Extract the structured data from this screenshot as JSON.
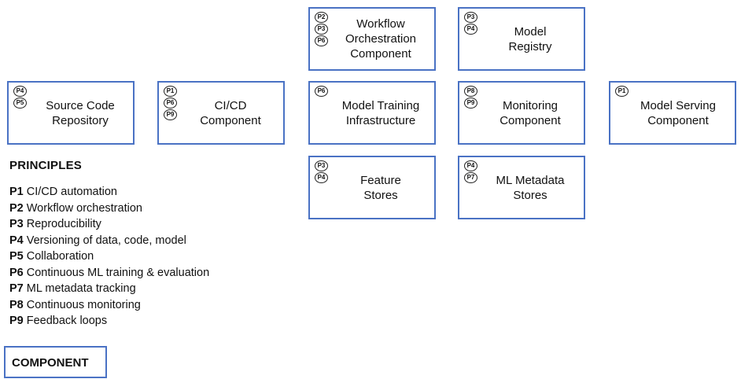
{
  "components": [
    {
      "id": "source-code-repository",
      "lines": [
        "Source Code",
        "Repository"
      ],
      "principles": [
        "P4",
        "P5"
      ]
    },
    {
      "id": "ci-cd-component",
      "lines": [
        "CI/CD",
        "Component"
      ],
      "principles": [
        "P1",
        "P6",
        "P9"
      ]
    },
    {
      "id": "workflow-orchestration-component",
      "lines": [
        "Workflow",
        "Orchestration",
        "Component"
      ],
      "principles": [
        "P2",
        "P3",
        "P6"
      ]
    },
    {
      "id": "model-registry",
      "lines": [
        "Model",
        "Registry"
      ],
      "principles": [
        "P3",
        "P4"
      ]
    },
    {
      "id": "model-training-infrastructure",
      "lines": [
        "Model Training",
        "Infrastructure"
      ],
      "principles": [
        "P6"
      ]
    },
    {
      "id": "monitoring-component",
      "lines": [
        "Monitoring",
        "Component"
      ],
      "principles": [
        "P8",
        "P9"
      ]
    },
    {
      "id": "model-serving-component",
      "lines": [
        "Model Serving",
        "Component"
      ],
      "principles": [
        "P1"
      ]
    },
    {
      "id": "feature-stores",
      "lines": [
        "Feature",
        "Stores"
      ],
      "principles": [
        "P3",
        "P4"
      ]
    },
    {
      "id": "ml-metadata-stores",
      "lines": [
        "ML Metadata",
        "Stores"
      ],
      "principles": [
        "P4",
        "P7"
      ]
    }
  ],
  "principles": {
    "title": "PRINCIPLES",
    "items": [
      {
        "code": "P1",
        "text": "CI/CD automation"
      },
      {
        "code": "P2",
        "text": "Workflow orchestration"
      },
      {
        "code": "P3",
        "text": "Reproducibility"
      },
      {
        "code": "P4",
        "text": "Versioning of data, code, model"
      },
      {
        "code": "P5",
        "text": "Collaboration"
      },
      {
        "code": "P6",
        "text": "Continuous ML training & evaluation"
      },
      {
        "code": "P7",
        "text": "ML metadata tracking"
      },
      {
        "code": "P8",
        "text": "Continuous monitoring"
      },
      {
        "code": "P9",
        "text": "Feedback loops"
      }
    ]
  },
  "legend": {
    "label": "COMPONENT"
  },
  "colors": {
    "box_border": "#4a72c4"
  }
}
